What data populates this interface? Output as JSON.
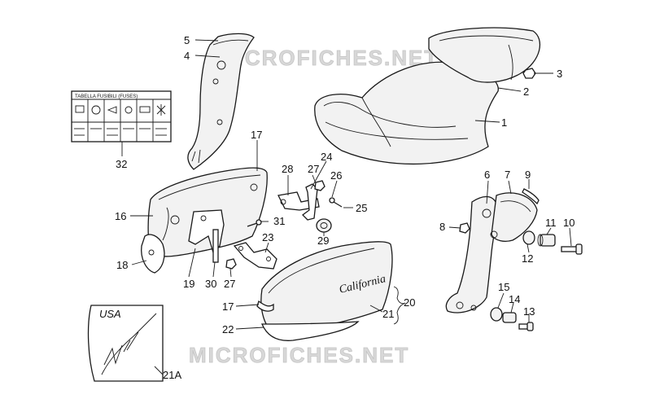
{
  "watermark": {
    "top": "MICROFICHES.NET",
    "bottom": "MICROFICHES.NET"
  },
  "fuse_label": {
    "title": "TABELLA FUSIBILI (FUSES)"
  },
  "emblem": {
    "region": "USA"
  },
  "cover_script": "California",
  "callouts": {
    "c1": "1",
    "c2": "2",
    "c3": "3",
    "c4": "4",
    "c5": "5",
    "c6": "6",
    "c7": "7",
    "c8": "8",
    "c9": "9",
    "c10": "10",
    "c11": "11",
    "c12": "12",
    "c13": "13",
    "c14": "14",
    "c15": "15",
    "c16": "16",
    "c17a": "17",
    "c17b": "17",
    "c18": "18",
    "c19": "19",
    "c20": "20",
    "c21": "21",
    "c21a": "21A",
    "c22": "22",
    "c23": "23",
    "c24": "24",
    "c25": "25",
    "c26": "26",
    "c27a": "27",
    "c27b": "27",
    "c28": "28",
    "c29": "29",
    "c30": "30",
    "c31": "31",
    "c32": "32"
  }
}
